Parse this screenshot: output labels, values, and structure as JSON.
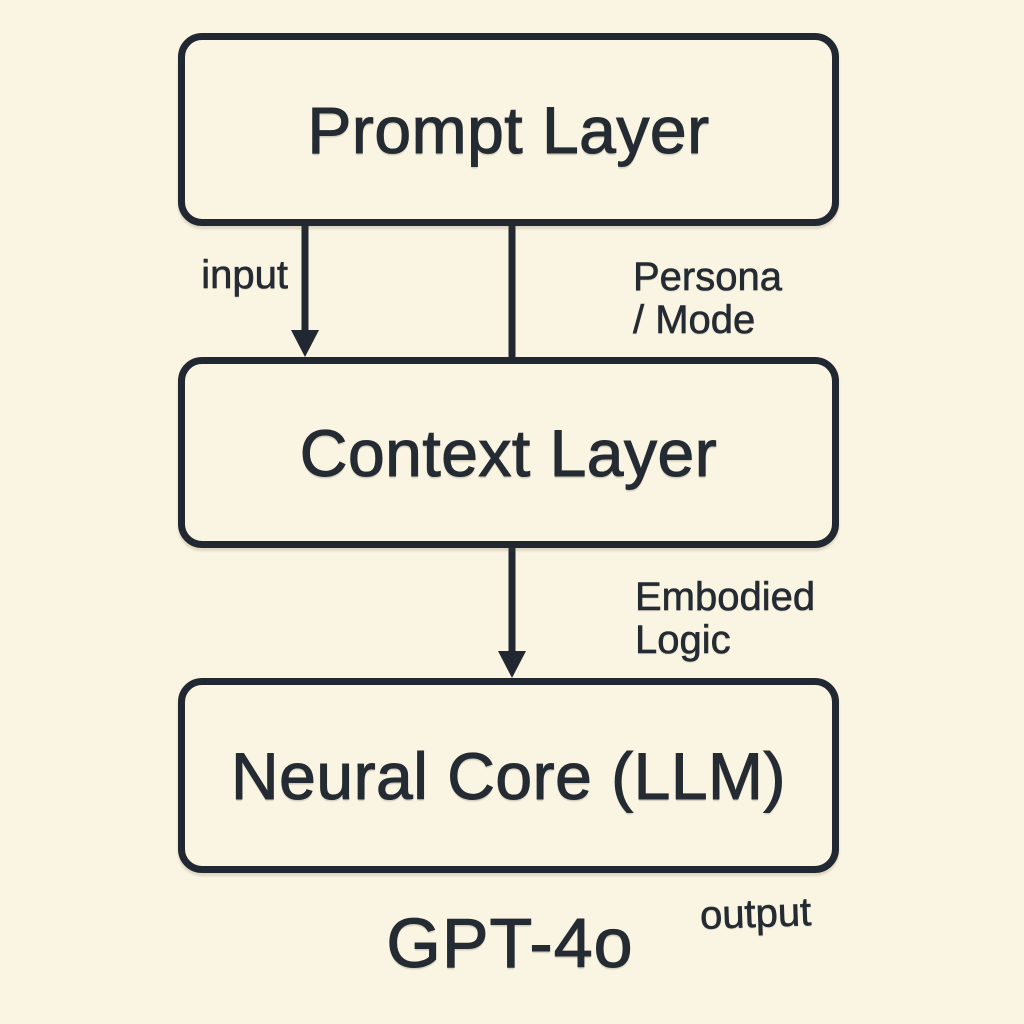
{
  "colors": {
    "background": "#faf4e2",
    "line": "#212831",
    "text": "#242b33"
  },
  "diagram": {
    "title": "",
    "nodes": [
      {
        "id": "prompt-layer",
        "label": "Prompt Layer"
      },
      {
        "id": "context-layer",
        "label": "Context Layer"
      },
      {
        "id": "neural-core",
        "label": "Neural Core (LLM)"
      }
    ],
    "edges": [
      {
        "from": "prompt-layer",
        "to": "context-layer",
        "label": "input",
        "arrow": true
      },
      {
        "from": "prompt-layer",
        "to": "context-layer",
        "label": "Persona / Mode",
        "arrow": false
      },
      {
        "from": "context-layer",
        "to": "neural-core",
        "label": "Embodied Logic",
        "arrow": true
      }
    ],
    "labels": {
      "input": "input",
      "persona_line1": "Persona",
      "persona_line2": "/ Mode",
      "embodied_line1": "Embodied",
      "embodied_line2": "Logic",
      "model": "GPT-4o",
      "output": "output"
    }
  }
}
